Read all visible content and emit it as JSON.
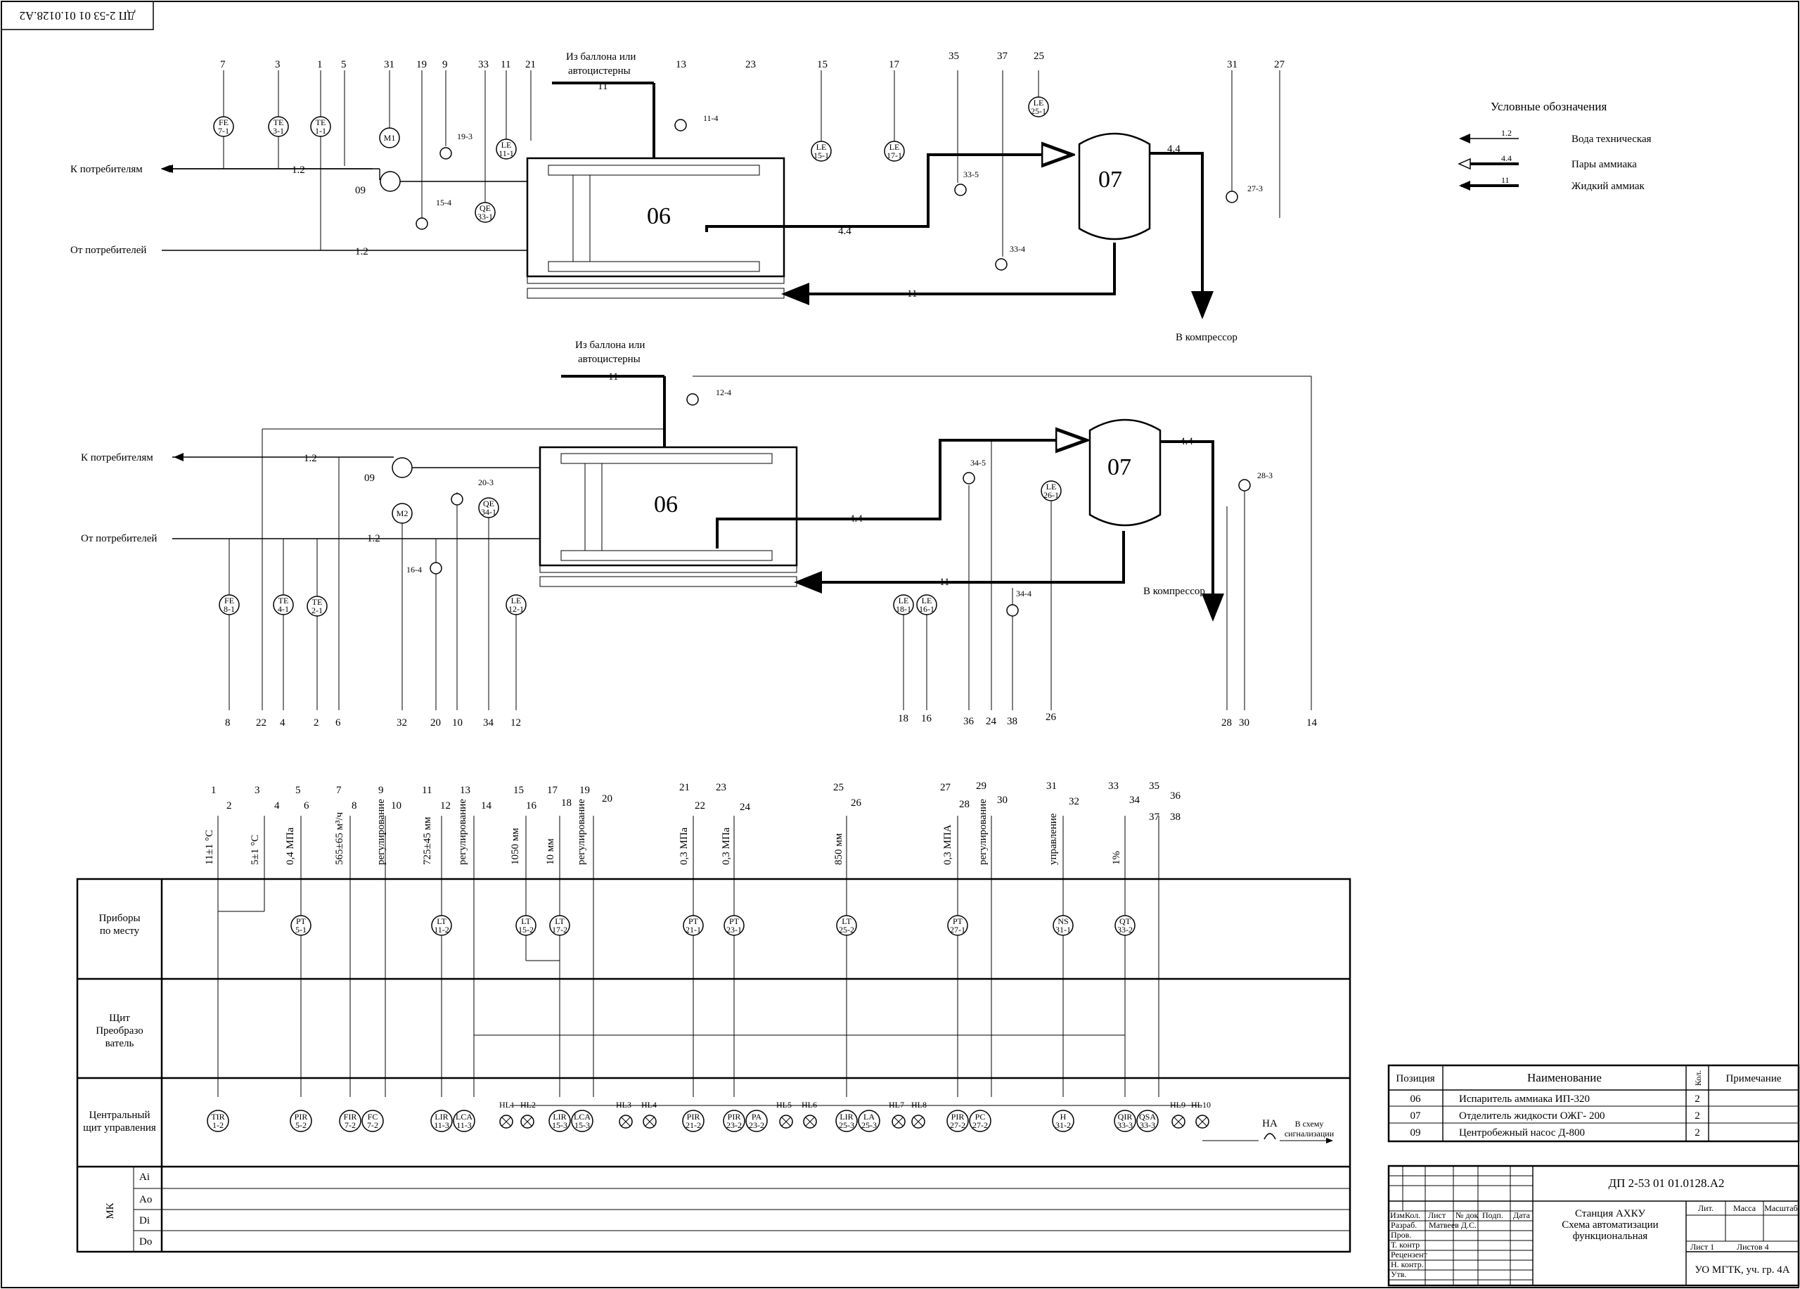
{
  "stamp_top": "ДП 2-53 01 01.0128.А2",
  "scheme1": {
    "supply_label": "Из баллона или автоцистерны",
    "to_consumers": "К потребителям",
    "from_consumers": "От потребителей",
    "to_compressor": "В компрессор",
    "evaporator": "06",
    "separator": "07",
    "pump": "09",
    "line_water": "1.2",
    "line_vapor": "4.4",
    "line_liquid": "11",
    "top_numbers": [
      "7",
      "3",
      "1",
      "5",
      "31",
      "19",
      "9",
      "33",
      "11",
      "21",
      "13",
      "23",
      "15",
      "17",
      "35",
      "37",
      "25",
      "31",
      "27"
    ],
    "instruments": [
      "FE 7-1",
      "TE 3-1",
      "TE 1-1",
      "M1",
      "LE 11-1",
      "QE 33-1",
      "LE 15-1",
      "LE 17-1",
      "LE 25-1"
    ],
    "valves": [
      "19-3",
      "15-4",
      "11-4",
      "33-5",
      "33-4",
      "27-3"
    ]
  },
  "scheme2": {
    "supply_label": "Из баллона или автоцистерны",
    "to_consumers": "К потребителям",
    "from_consumers": "От потребителей",
    "to_compressor": "В компрессор",
    "evaporator": "06",
    "separator": "07",
    "pump": "09",
    "bottom_numbers": [
      "8",
      "22",
      "4",
      "2",
      "6",
      "32",
      "20",
      "10",
      "34",
      "12",
      "18",
      "16",
      "36",
      "24",
      "38",
      "26",
      "28",
      "30",
      "14"
    ],
    "instruments": [
      "FE 8-1",
      "TE 4-1",
      "TE 2-1",
      "M2",
      "QE 34-1",
      "LE 12-1",
      "LE 18-1",
      "LE 16-1",
      "LE 26-1"
    ],
    "valves": [
      "12-4",
      "20-3",
      "16-4",
      "34-5",
      "34-4",
      "28-3"
    ]
  },
  "legend": {
    "title": "Условные обозначения",
    "items": [
      {
        "code": "1.2",
        "label": "Вода техническая"
      },
      {
        "code": "4.4",
        "label": "Пары аммиака"
      },
      {
        "code": "11",
        "label": "Жидкий аммиак"
      }
    ]
  },
  "table": {
    "rows": [
      "Приборы по месту",
      "Щит Преобразо ватель",
      "Центральный щит управления",
      "МК"
    ],
    "mk_rows": [
      "Ai",
      "Ao",
      "Di",
      "Do"
    ],
    "params": [
      "11±1 °С",
      "5±1 °С",
      "0,4 МПа",
      "565±65 м³/ч",
      "регулирование",
      "725±45 мм",
      "регулирование",
      "1050 мм",
      "10 мм",
      "регулирование",
      "0,3 МПа",
      "0,3 МПа",
      "850 мм",
      "0,3 МПА",
      "регулирование",
      "управление",
      "1%"
    ],
    "field": [
      "PT 5-1",
      "LT 11-2",
      "LT 15-2",
      "LT 17-2",
      "PT 21-1",
      "PT 23-1",
      "LT 25-2",
      "PT 27-1",
      "NS 31-1",
      "QT 33-2"
    ],
    "central": [
      "TIR 1-2",
      "PIR 5-2",
      "FIR 7-2",
      "FC 7-2",
      "LIR 11-3",
      "LCA 11-3",
      "LIR 15-3",
      "LCA 15-3",
      "PIR 21-2",
      "PIR 23-2",
      "PA 23-2",
      "LIR 25-3",
      "LA 25-3",
      "PIR 27-2",
      "PC 27-2",
      "H 31-2",
      "QIR 33-3",
      "QSA 33-3"
    ],
    "lamps": [
      "HL1",
      "HL2",
      "HL3",
      "HL4",
      "HL5",
      "HL6",
      "HL7",
      "HL8",
      "HL9",
      "HL10"
    ],
    "horn": "HA",
    "alarm_note": "В схему сигнализации"
  },
  "spec": {
    "headers": [
      "Позиция",
      "Наименование",
      "Кол.",
      "Примечание"
    ],
    "rows": [
      {
        "pos": "06",
        "name": "Испаритель аммиака ИП-320",
        "qty": "2"
      },
      {
        "pos": "07",
        "name": "Отделитель жидкости ОЖГ- 200",
        "qty": "2"
      },
      {
        "pos": "09",
        "name": "Центробежный насос Д-800",
        "qty": "2"
      }
    ]
  },
  "title_block": {
    "code": "ДП 2-53 01 01.0128.А2",
    "title": "Станция АХКУ Схема автоматизации функциональная",
    "org": "УО МГТК, уч. гр. 4А",
    "sheet": "Лист 1",
    "sheets": "Листов 4",
    "lit": "Лит.",
    "mass": "Масса",
    "scale": "Масштаб",
    "col_heads": [
      "Изм",
      "Кол.",
      "Лист",
      "№ док",
      "Подп.",
      "Дата"
    ],
    "roles": [
      "Разраб.",
      "Пров.",
      "Т. контр",
      "Рецензент",
      "Н. контр.",
      "Утв."
    ],
    "developer": "Матвеев Д.С."
  }
}
